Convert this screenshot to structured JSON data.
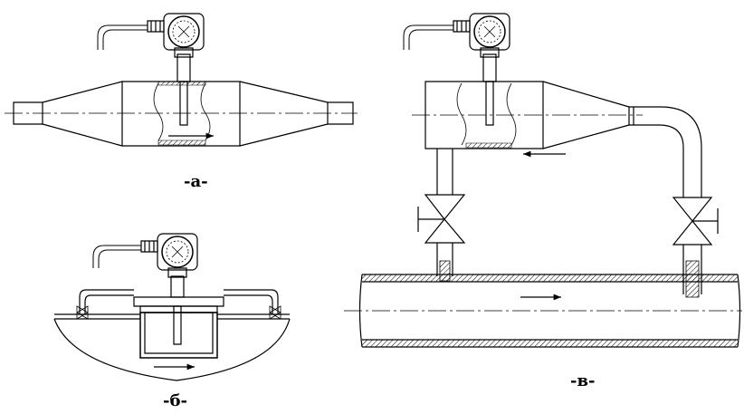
{
  "labels": {
    "a": "-а-",
    "b": "-б-",
    "v": "-в-"
  },
  "colors": {
    "line": "#000000",
    "background": "#ffffff"
  }
}
